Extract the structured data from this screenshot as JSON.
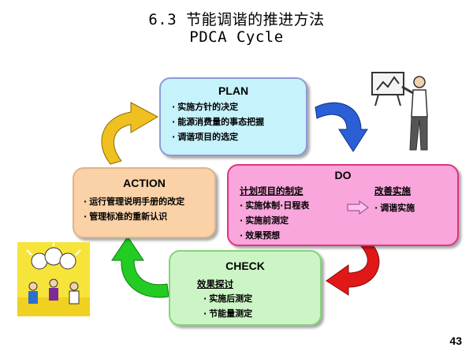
{
  "slide": {
    "title": "6.3 节能调谐的推进方法",
    "subtitle": "PDCA Cycle",
    "page_number": "43"
  },
  "plan": {
    "title": "PLAN",
    "items": [
      "实施方针的决定",
      "能源消费量的事态把握",
      "调谐项目的选定"
    ]
  },
  "do": {
    "title": "DO",
    "left_heading": "计划项目的制定",
    "left_items": [
      "实施体制·日程表",
      "实施前测定",
      "效果预想"
    ],
    "right_heading": "改善实施",
    "right_items": [
      "调谐实施"
    ]
  },
  "check": {
    "title": "CHECK",
    "heading": "效果探讨",
    "items": [
      "实施后测定",
      "节能量测定"
    ]
  },
  "action": {
    "title": "ACTION",
    "items": [
      "运行管理说明手册的改定",
      "管理标准的重新认识"
    ]
  },
  "colors": {
    "plan_fill": "#c6f3fb",
    "do_fill": "#f9a6dc",
    "check_fill": "#ccf5c5",
    "action_fill": "#fbd2a7",
    "arrow_blue": "#2b5fd6",
    "arrow_red": "#e01818",
    "arrow_green": "#22cc22",
    "arrow_yellow": "#f0c020"
  },
  "icons": [
    "presenter-clipart",
    "lightbulb-meeting-clipart",
    "right-arrow-icon"
  ]
}
